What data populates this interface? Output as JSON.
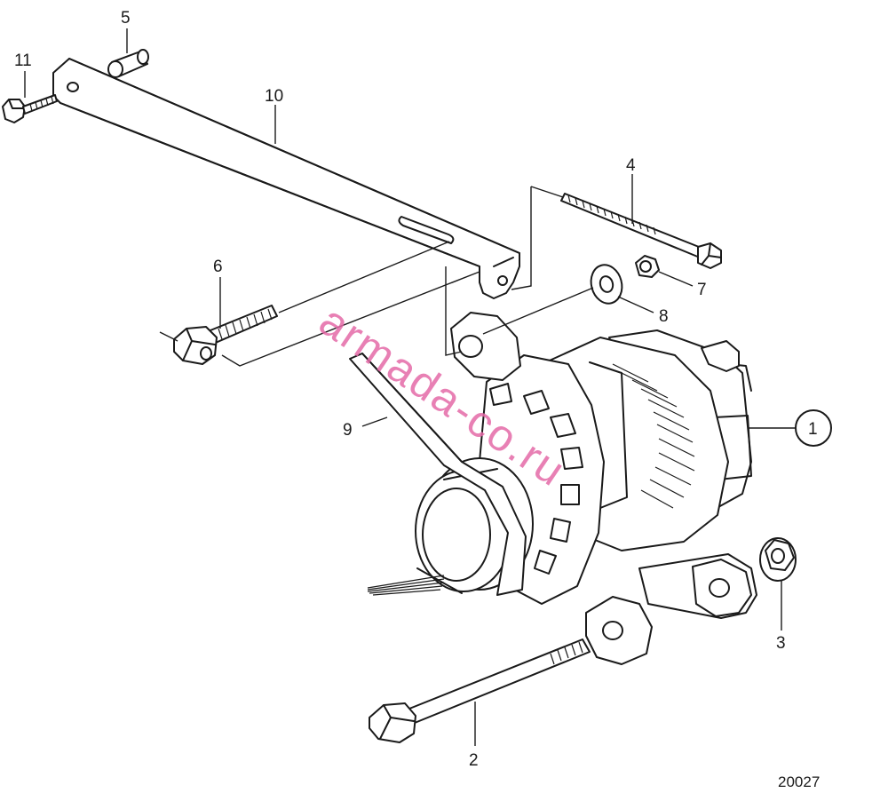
{
  "callouts": {
    "c1": "1",
    "c2": "2",
    "c3": "3",
    "c4": "4",
    "c5": "5",
    "c6": "6",
    "c7": "7",
    "c8": "8",
    "c9": "9",
    "c10": "10",
    "c11": "11"
  },
  "figure_number": "20027",
  "watermark": "armada-co.ru",
  "colors": {
    "ink": "#1a1a1a",
    "watermark": "#e46aa8",
    "background": "#ffffff"
  }
}
